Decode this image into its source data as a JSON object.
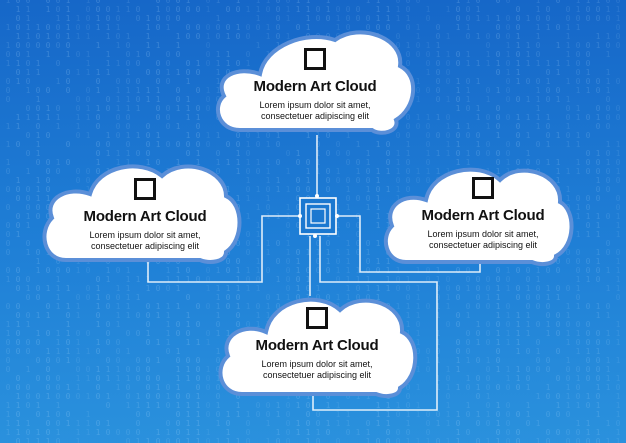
{
  "background": {
    "color_top": "#1667c8",
    "color_bottom": "#2a91dd",
    "pattern": "binary-digits"
  },
  "clouds": [
    {
      "id": "top",
      "icon": "square-icon",
      "title": "Modern Art Cloud",
      "desc_line1": "Lorem ipsum dolor sit amet,",
      "desc_line2": "consectetuer adipiscing elit"
    },
    {
      "id": "left",
      "icon": "square-icon",
      "title": "Modern Art Cloud",
      "desc_line1": "Lorem ipsum dolor sit amet,",
      "desc_line2": "consectetuer adipiscing elit"
    },
    {
      "id": "right",
      "icon": "square-icon",
      "title": "Modern Art Cloud",
      "desc_line1": "Lorem ipsum dolor sit amet,",
      "desc_line2": "consectetuer adipiscing elit"
    },
    {
      "id": "bottom",
      "icon": "square-icon",
      "title": "Modern Art Cloud",
      "desc_line1": "Lorem ipsum dolor sit amet,",
      "desc_line2": "consectetuer adipiscing elit"
    }
  ],
  "hub": {
    "icon": "chip-icon"
  },
  "colors": {
    "cloud_fill": "#ffffff",
    "cloud_outline": "#5b8fd8",
    "wire": "#ffffff"
  }
}
